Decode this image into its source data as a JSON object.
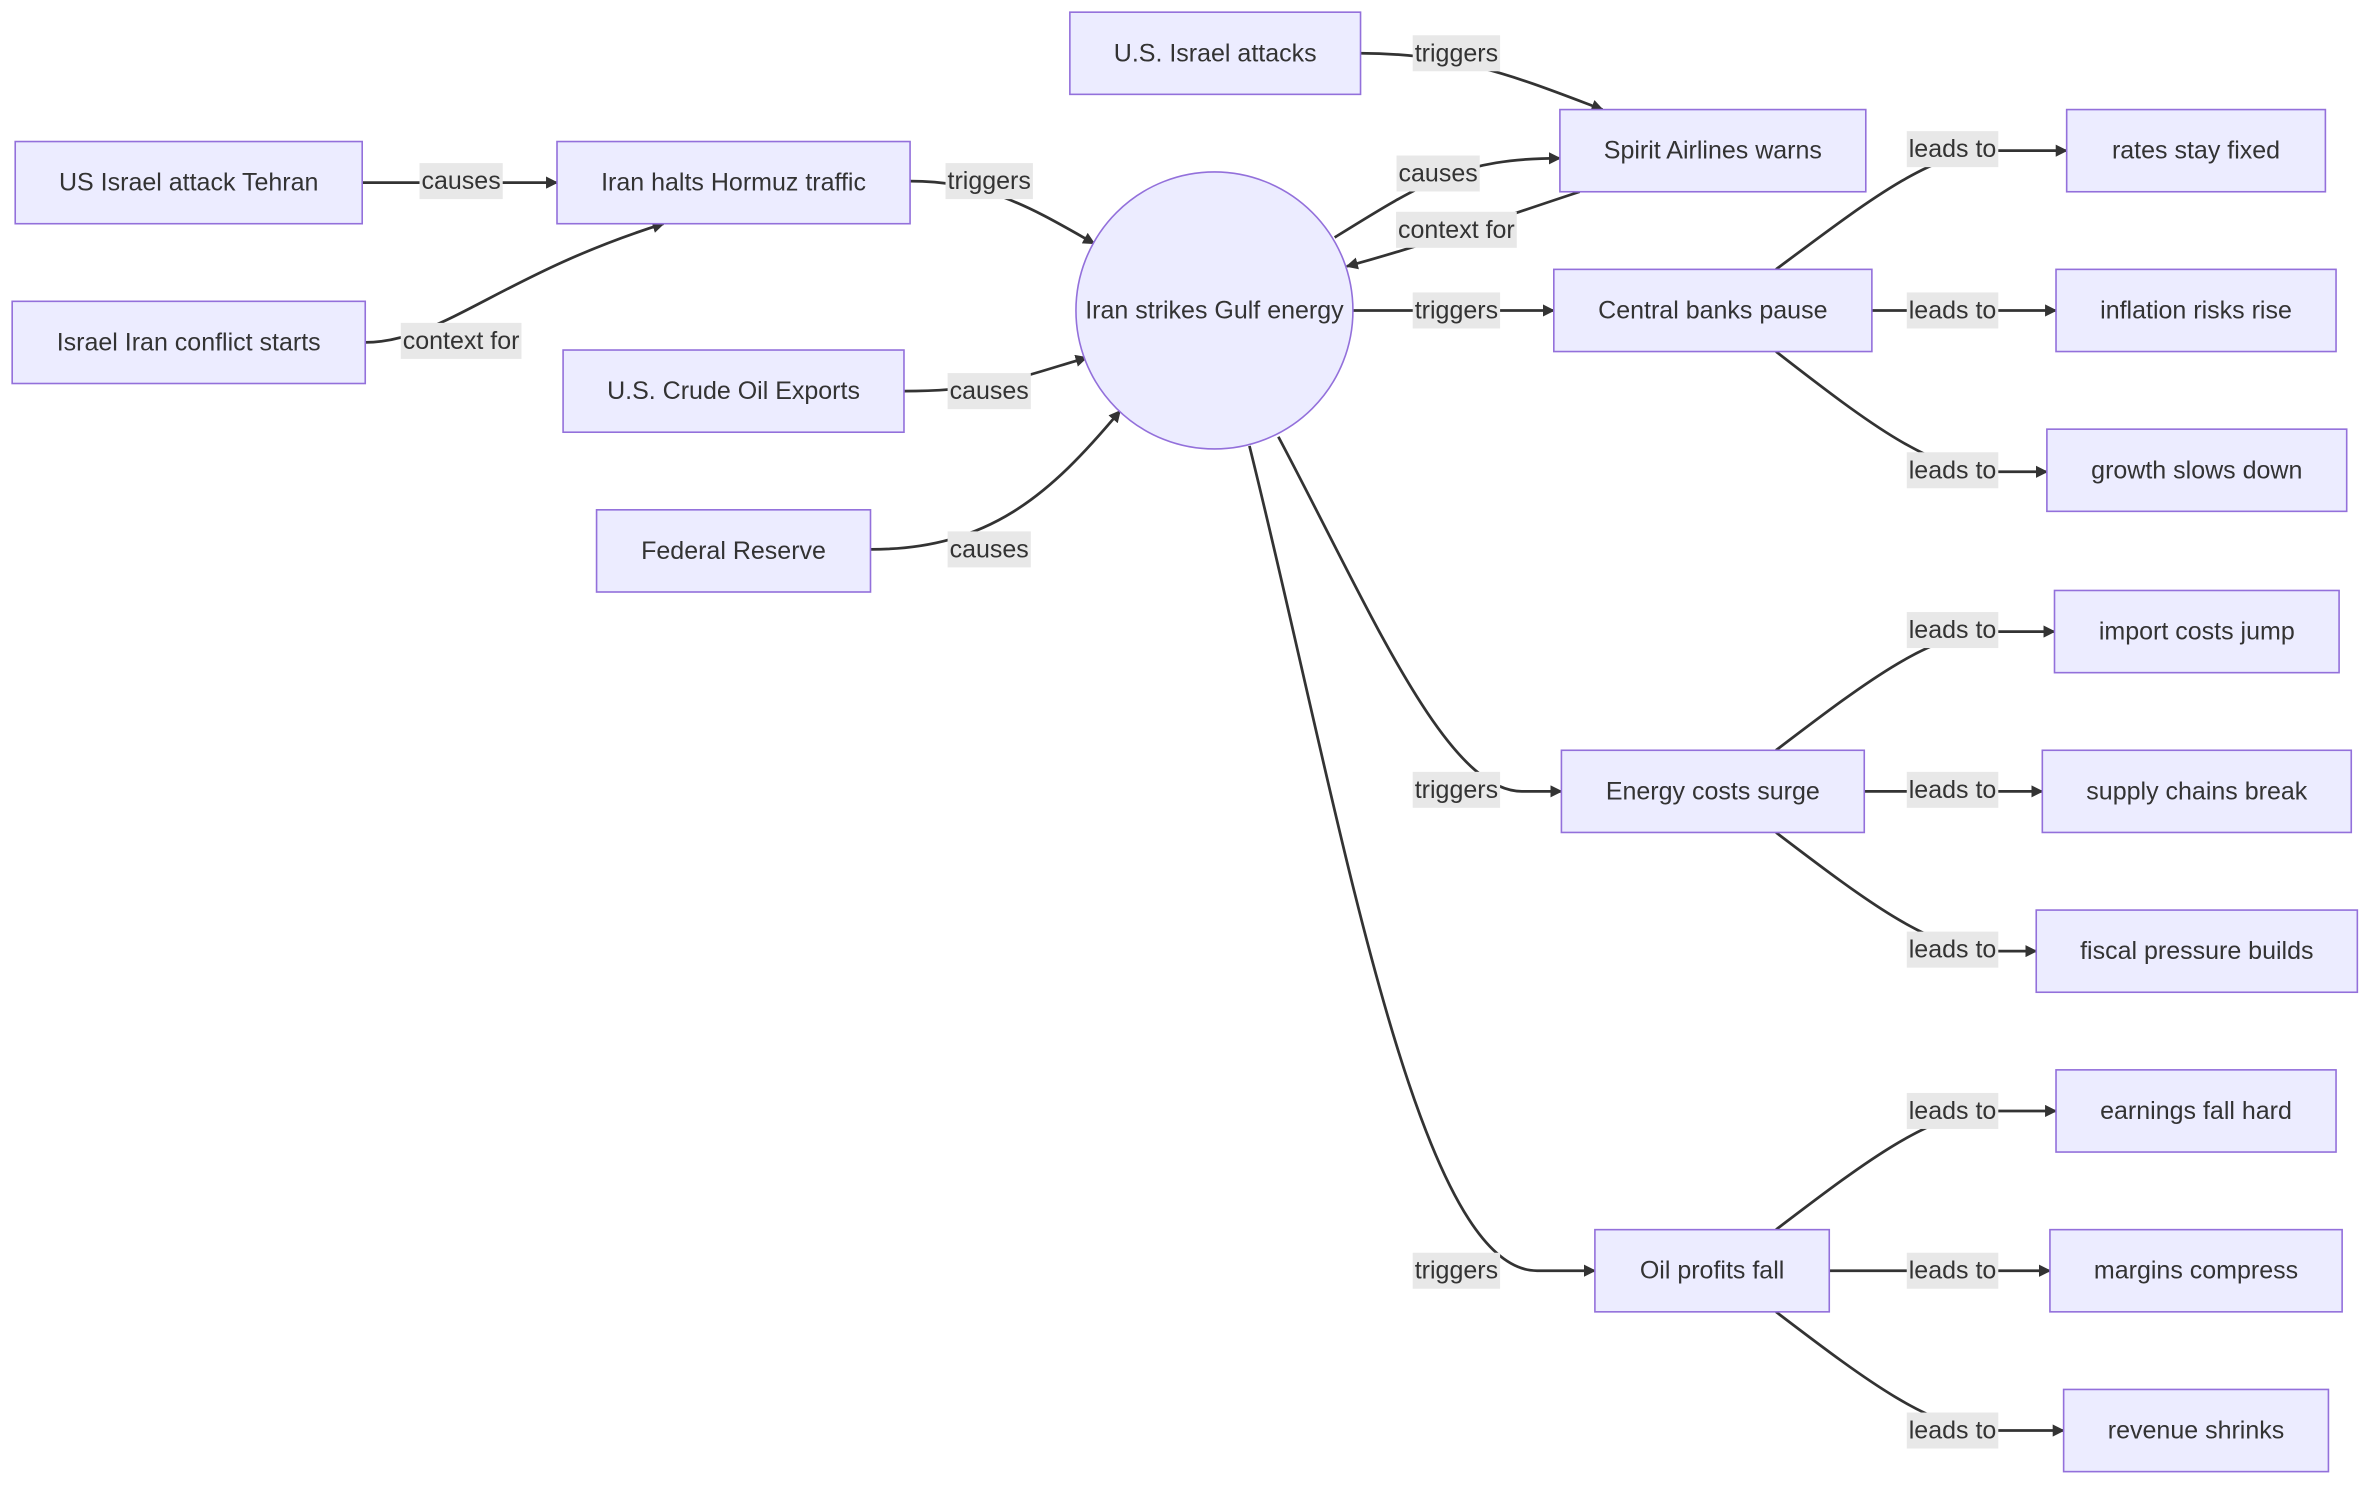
{
  "diagram": {
    "nodes": [
      {
        "id": "us_israel_attack_tehran",
        "label": "US Israel attack Tehran",
        "shape": "rect"
      },
      {
        "id": "israel_iran_conflict",
        "label": "Israel Iran conflict starts",
        "shape": "rect"
      },
      {
        "id": "iran_halts_hormuz",
        "label": "Iran halts Hormuz traffic",
        "shape": "rect"
      },
      {
        "id": "us_crude_exports",
        "label": "U.S. Crude Oil Exports",
        "shape": "rect"
      },
      {
        "id": "federal_reserve",
        "label": "Federal Reserve",
        "shape": "rect"
      },
      {
        "id": "us_israel_attacks",
        "label": "U.S. Israel attacks",
        "shape": "rect"
      },
      {
        "id": "iran_strikes_gulf",
        "label": "Iran strikes Gulf energy",
        "shape": "circle"
      },
      {
        "id": "spirit_airlines",
        "label": "Spirit Airlines warns",
        "shape": "rect"
      },
      {
        "id": "central_banks_pause",
        "label": "Central banks pause",
        "shape": "rect"
      },
      {
        "id": "energy_costs_surge",
        "label": "Energy costs surge",
        "shape": "rect"
      },
      {
        "id": "oil_profits_fall",
        "label": "Oil profits fall",
        "shape": "rect"
      },
      {
        "id": "rates_stay_fixed",
        "label": "rates stay fixed",
        "shape": "rect"
      },
      {
        "id": "inflation_risks_rise",
        "label": "inflation risks rise",
        "shape": "rect"
      },
      {
        "id": "growth_slows_down",
        "label": "growth slows down",
        "shape": "rect"
      },
      {
        "id": "import_costs_jump",
        "label": "import costs jump",
        "shape": "rect"
      },
      {
        "id": "supply_chains_break",
        "label": "supply chains break",
        "shape": "rect"
      },
      {
        "id": "fiscal_pressure_builds",
        "label": "fiscal pressure builds",
        "shape": "rect"
      },
      {
        "id": "earnings_fall_hard",
        "label": "earnings fall hard",
        "shape": "rect"
      },
      {
        "id": "margins_compress",
        "label": "margins compress",
        "shape": "rect"
      },
      {
        "id": "revenue_shrinks",
        "label": "revenue shrinks",
        "shape": "rect"
      }
    ],
    "edges": [
      {
        "id": "e1",
        "from": "us_israel_attack_tehran",
        "to": "iran_halts_hormuz",
        "label": "causes"
      },
      {
        "id": "e2",
        "from": "israel_iran_conflict",
        "to": "iran_halts_hormuz",
        "label": "context for"
      },
      {
        "id": "e3",
        "from": "iran_halts_hormuz",
        "to": "iran_strikes_gulf",
        "label": "triggers"
      },
      {
        "id": "e4",
        "from": "us_crude_exports",
        "to": "iran_strikes_gulf",
        "label": "causes"
      },
      {
        "id": "e5",
        "from": "federal_reserve",
        "to": "iran_strikes_gulf",
        "label": "causes"
      },
      {
        "id": "e6",
        "from": "us_israel_attacks",
        "to": "spirit_airlines",
        "label": "triggers"
      },
      {
        "id": "e7",
        "from": "iran_strikes_gulf",
        "to": "spirit_airlines",
        "label": "causes"
      },
      {
        "id": "e8",
        "from": "spirit_airlines",
        "to": "iran_strikes_gulf",
        "label": "context for"
      },
      {
        "id": "e9",
        "from": "iran_strikes_gulf",
        "to": "central_banks_pause",
        "label": "triggers"
      },
      {
        "id": "e10",
        "from": "iran_strikes_gulf",
        "to": "energy_costs_surge",
        "label": "triggers"
      },
      {
        "id": "e11",
        "from": "iran_strikes_gulf",
        "to": "oil_profits_fall",
        "label": "triggers"
      },
      {
        "id": "e12",
        "from": "central_banks_pause",
        "to": "rates_stay_fixed",
        "label": "leads to"
      },
      {
        "id": "e13",
        "from": "central_banks_pause",
        "to": "inflation_risks_rise",
        "label": "leads to"
      },
      {
        "id": "e14",
        "from": "central_banks_pause",
        "to": "growth_slows_down",
        "label": "leads to"
      },
      {
        "id": "e15",
        "from": "energy_costs_surge",
        "to": "import_costs_jump",
        "label": "leads to"
      },
      {
        "id": "e16",
        "from": "energy_costs_surge",
        "to": "supply_chains_break",
        "label": "leads to"
      },
      {
        "id": "e17",
        "from": "energy_costs_surge",
        "to": "fiscal_pressure_builds",
        "label": "leads to"
      },
      {
        "id": "e18",
        "from": "oil_profits_fall",
        "to": "earnings_fall_hard",
        "label": "leads to"
      },
      {
        "id": "e19",
        "from": "oil_profits_fall",
        "to": "margins_compress",
        "label": "leads to"
      },
      {
        "id": "e20",
        "from": "oil_profits_fall",
        "to": "revenue_shrinks",
        "label": "leads to"
      }
    ]
  }
}
